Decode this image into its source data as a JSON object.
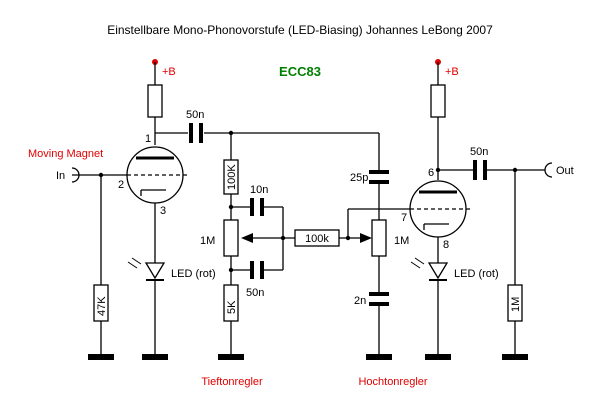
{
  "title": "Einstellbare Mono-Phonovorstufe  (LED-Biasing)  Johannes LeBong 2007",
  "tube_type": "ECC83",
  "supply_label": "+B",
  "input": {
    "source_label": "Moving Magnet",
    "jack_label": "In"
  },
  "output": {
    "jack_label": "Out"
  },
  "tube1_pins": {
    "plate": "1",
    "grid": "2",
    "cathode": "3"
  },
  "tube2_pins": {
    "plate": "6",
    "grid": "7",
    "cathode": "8"
  },
  "components": {
    "c_coupling_1": "50n",
    "r_tone_top": "100K",
    "c_bass_top": "10n",
    "pot_bass": "1M",
    "c_bass_bottom": "50n",
    "r_tone_bottom": "5K",
    "r_grid_leak": "47K",
    "led_1": "LED (rot)",
    "r_bridge": "100k",
    "c_treble_top": "25p",
    "pot_treble": "1M",
    "c_treble_bottom": "2n",
    "c_coupling_2": "50n",
    "led_2": "LED (rot)",
    "r_output": "1M"
  },
  "section_labels": {
    "bass": "Tieftonregler",
    "treble": "Hochtonregler"
  },
  "colors": {
    "wire": "#000000",
    "supply_dot": "#e00000",
    "supply_label": "#e00000",
    "tube_label": "#008000",
    "section_label": "#e00000",
    "moving_magnet_label": "#e00000"
  }
}
